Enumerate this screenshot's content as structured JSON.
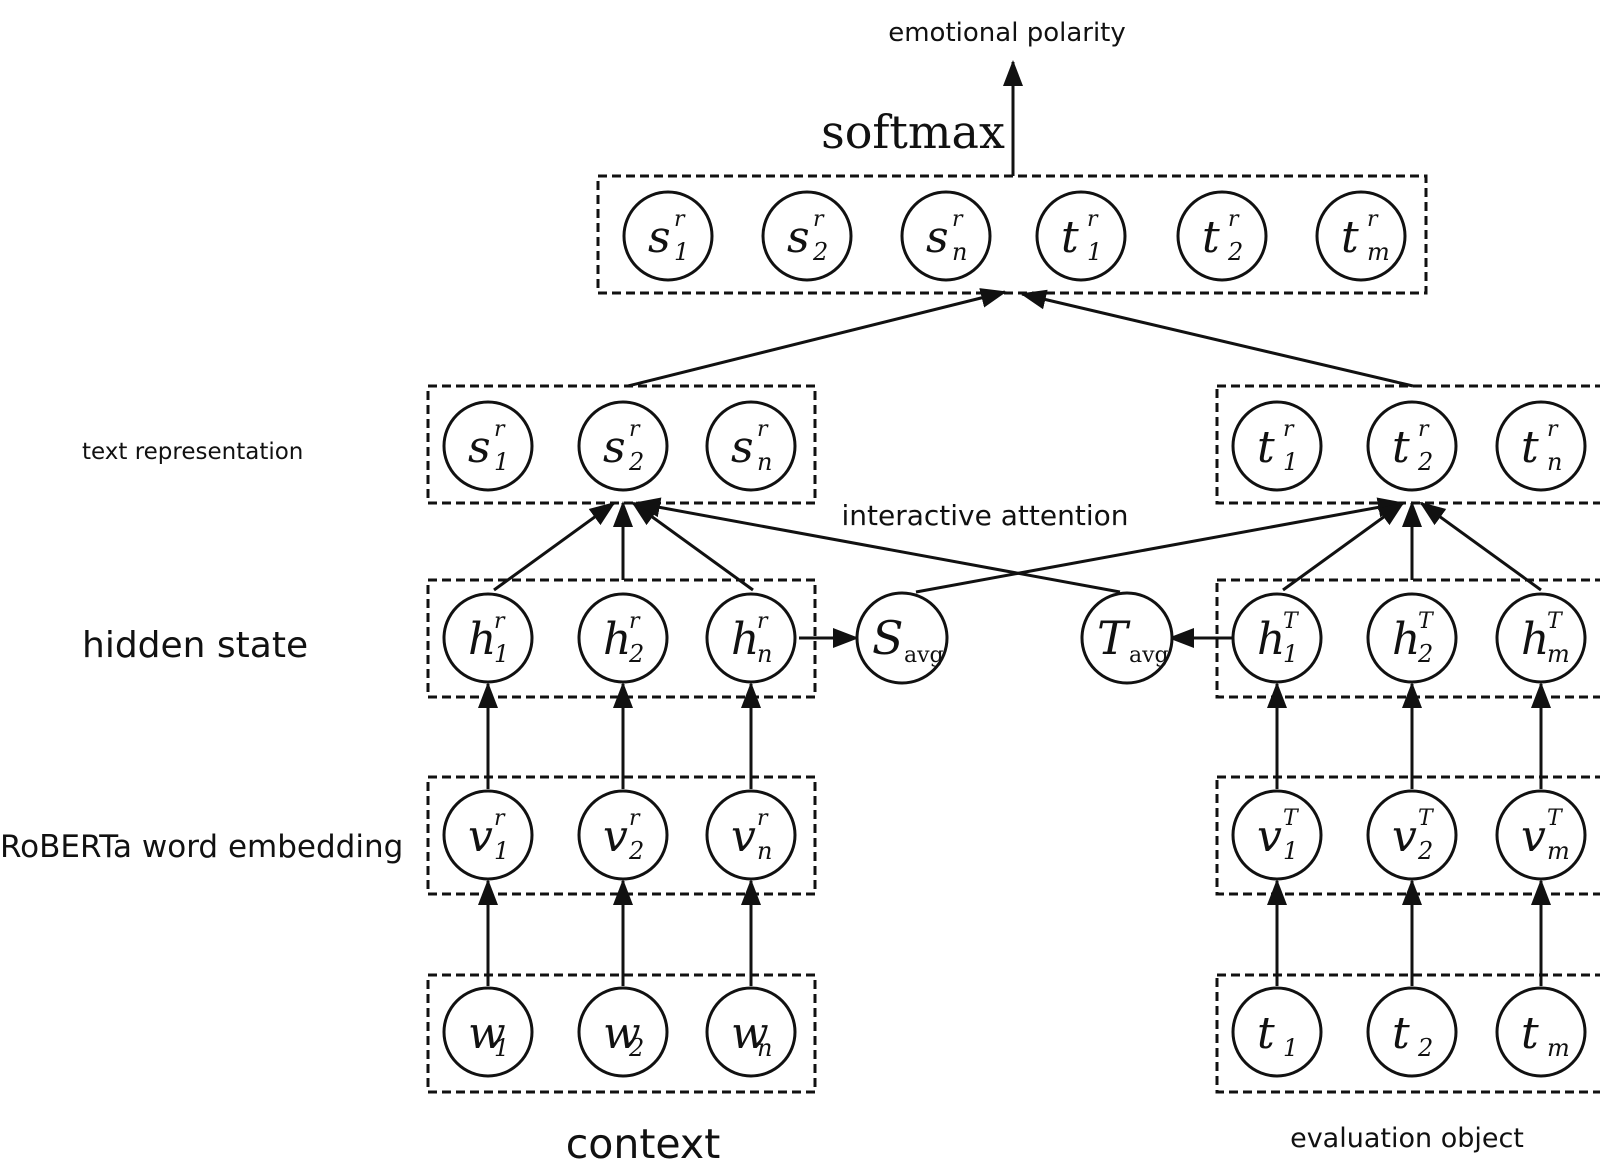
{
  "labels": {
    "emotional_polarity": "emotional polarity",
    "softmax": "softmax",
    "text_representation": "text representation",
    "interactive_attention": "interactive attention",
    "hidden_state": "hidden state",
    "roberta_word_embedding": "RoBERTa word embedding",
    "context": "context",
    "evaluation_object": "evaluation object"
  },
  "nodes": {
    "top": [
      {
        "base": "s",
        "sup": "r",
        "sub": "1"
      },
      {
        "base": "s",
        "sup": "r",
        "sub": "2"
      },
      {
        "base": "s",
        "sup": "r",
        "sub": "n"
      },
      {
        "base": "t",
        "sup": "r",
        "sub": "1"
      },
      {
        "base": "t",
        "sup": "r",
        "sub": "2"
      },
      {
        "base": "t",
        "sup": "r",
        "sub": "m"
      }
    ],
    "text_rep_left": [
      {
        "base": "s",
        "sup": "r",
        "sub": "1"
      },
      {
        "base": "s",
        "sup": "r",
        "sub": "2"
      },
      {
        "base": "s",
        "sup": "r",
        "sub": "n"
      }
    ],
    "text_rep_right": [
      {
        "base": "t",
        "sup": "r",
        "sub": "1"
      },
      {
        "base": "t",
        "sup": "r",
        "sub": "2"
      },
      {
        "base": "t",
        "sup": "r",
        "sub": "n"
      }
    ],
    "hidden_left": [
      {
        "base": "h",
        "sup": "r",
        "sub": "1"
      },
      {
        "base": "h",
        "sup": "r",
        "sub": "2"
      },
      {
        "base": "h",
        "sup": "r",
        "sub": "n"
      }
    ],
    "hidden_right": [
      {
        "base": "h",
        "sup": "T",
        "sub": "1"
      },
      {
        "base": "h",
        "sup": "T",
        "sub": "2"
      },
      {
        "base": "h",
        "sup": "T",
        "sub": "m"
      }
    ],
    "avg": [
      {
        "base": "S",
        "sub": "avg"
      },
      {
        "base": "T",
        "sub": "avg"
      }
    ],
    "embed_left": [
      {
        "base": "v",
        "sup": "r",
        "sub": "1"
      },
      {
        "base": "v",
        "sup": "r",
        "sub": "2"
      },
      {
        "base": "v",
        "sup": "r",
        "sub": "n"
      }
    ],
    "embed_right": [
      {
        "base": "v",
        "sup": "T",
        "sub": "1"
      },
      {
        "base": "v",
        "sup": "T",
        "sub": "2"
      },
      {
        "base": "v",
        "sup": "T",
        "sub": "m"
      }
    ],
    "input_left": [
      {
        "base": "w",
        "sub": "1"
      },
      {
        "base": "w",
        "sub": "2"
      },
      {
        "base": "w",
        "sub": "n"
      }
    ],
    "input_right": [
      {
        "base": "t",
        "sub": "1"
      },
      {
        "base": "t",
        "sub": "2"
      },
      {
        "base": "t",
        "sub": "m"
      }
    ]
  }
}
